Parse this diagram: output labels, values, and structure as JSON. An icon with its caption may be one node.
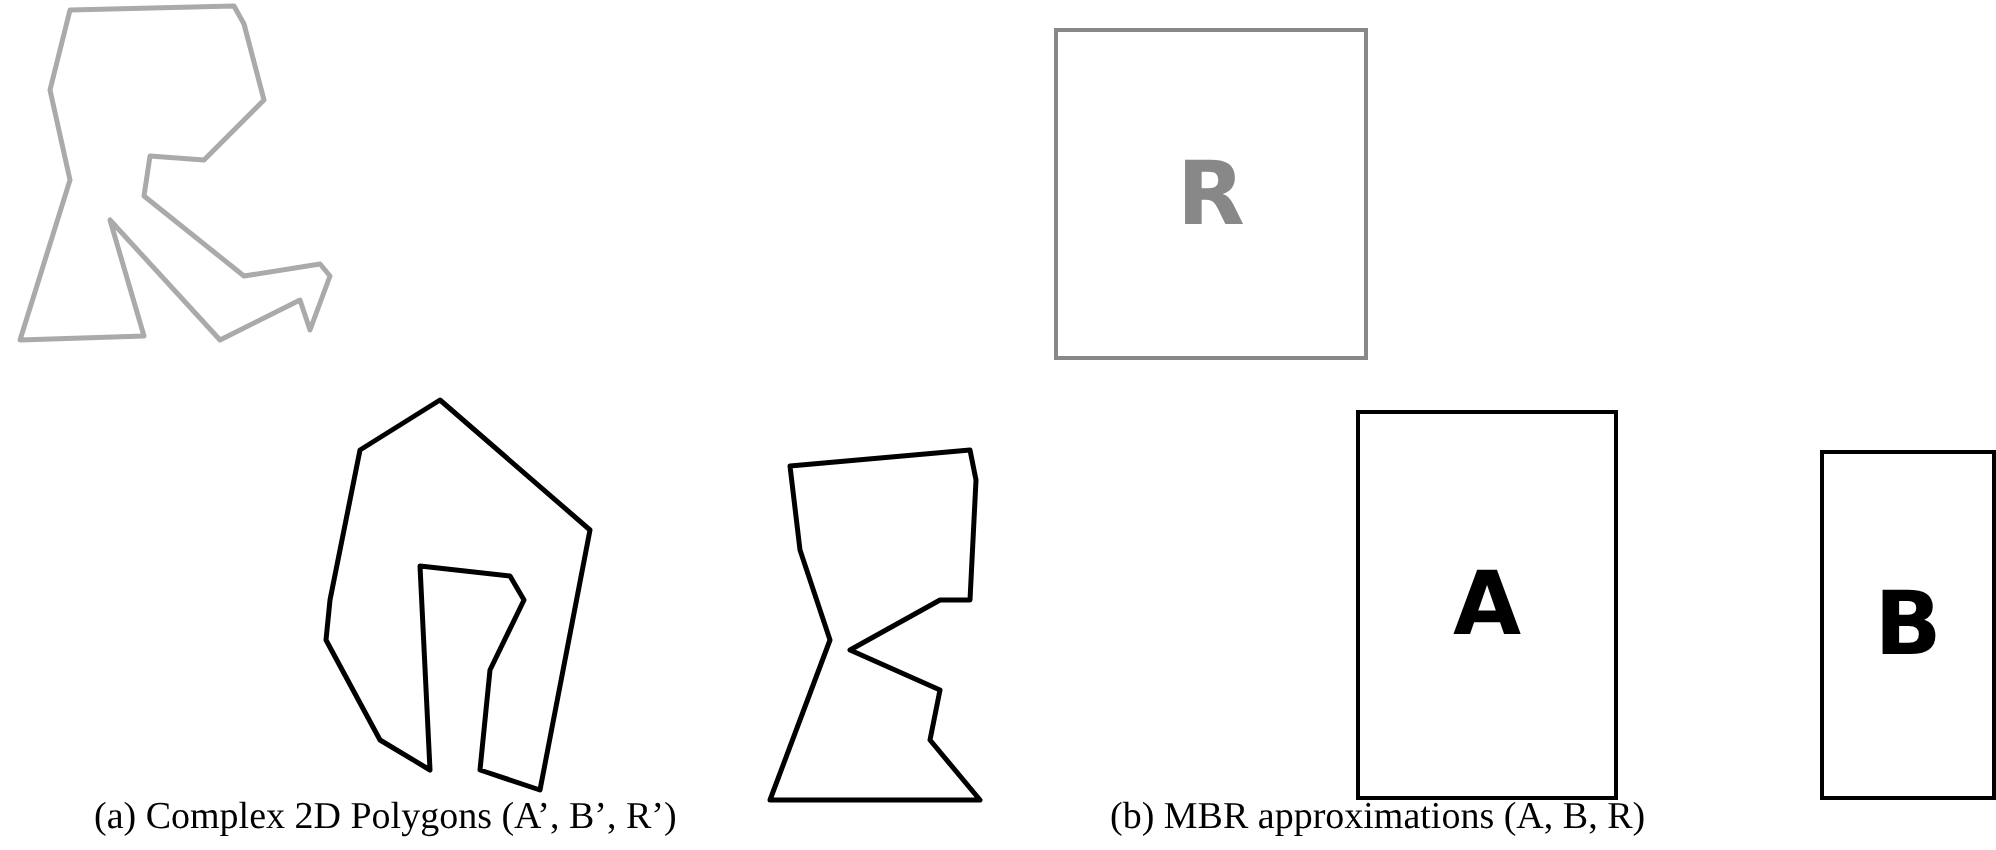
{
  "diagram": {
    "nodes": [
      {
        "text": [
          "R"
        ]
      },
      {
        "text": [
          "A"
        ]
      },
      {
        "text": [
          "B"
        ]
      }
    ],
    "labels": [
      "(a) Complex 2D Polygons (A’, B’, R’)",
      "(b) MBR approximations (A, B, R)"
    ]
  }
}
